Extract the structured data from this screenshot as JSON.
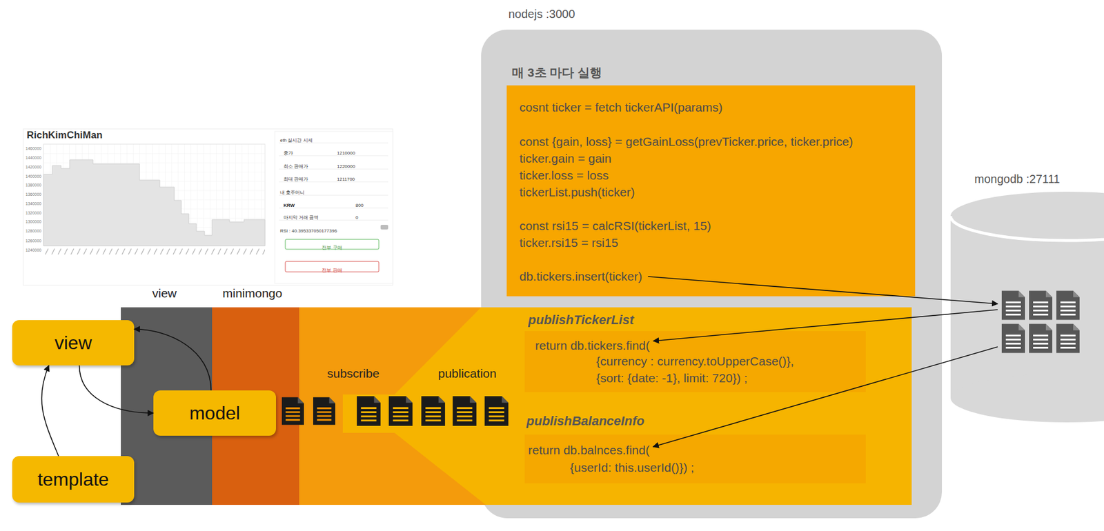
{
  "diagram": {
    "nodes": [
      {
        "text": [
          "nodejs :3000"
        ]
      },
      {
        "text": [
          "매 3초 마다 실행",
          "cosnt ticker = fetch tickerAPI(params)",
          "const {gain, loss} = getGainLoss(prevTicker.price, ticker.price)",
          "ticker.gain = gain",
          "ticker.loss = loss",
          "tickerList.push(ticker)",
          "const rsi15 = calcRSI(tickerList, 15)",
          "ticker.rsi15 = rsi15",
          "db.tickers.insert(ticker)"
        ],
        "in": 0
      },
      {
        "text": [
          "mongodb :27111"
        ]
      },
      {
        "text": [
          "view"
        ]
      },
      {
        "text": [
          "minimongo"
        ]
      },
      {
        "text": [
          "subscribe"
        ]
      },
      {
        "text": [
          "publication"
        ],
        "in": 5
      },
      {
        "text": [
          "publishTickerList",
          "return db.tickers.find(",
          "{currency : currency.toUpperCase()},",
          "{sort: {date: -1}, limit: 720}) ;"
        ],
        "in": 6
      },
      {
        "text": [
          "publishBalanceInfo",
          "return db.balnces.find(",
          "{userId: this.userId()}) ;"
        ],
        "in": 6
      },
      {
        "text": [
          "view"
        ]
      },
      {
        "text": [
          "model"
        ]
      },
      {
        "text": [
          "template"
        ]
      }
    ],
    "edges": [
      {
        "from": 9,
        "to": 10,
        "arrow": "to"
      },
      {
        "from": 10,
        "to": 9,
        "arrow": "to"
      },
      {
        "from": 11,
        "to": 9,
        "arrow": "to"
      },
      {
        "from": 1,
        "to": 2,
        "arrow": "to"
      },
      {
        "from": 2,
        "to": 7,
        "arrow": "to"
      },
      {
        "from": 2,
        "to": 8,
        "arrow": "to"
      }
    ],
    "labels": [
      "RichKimChiMan",
      "1460000",
      "1440000",
      "1420000",
      "1400000",
      "1380000",
      "1360000",
      "1340000",
      "1320000",
      "1300000",
      "1280000",
      "1260000",
      "1240000",
      "eth 실시간 시세",
      "종가",
      "1210000",
      "최소 판매가",
      "1220000",
      "최대 판매가",
      "1211700",
      "내 호주머니",
      "KRW",
      "800",
      "마지막 거래 금액",
      "0",
      "RSI : 40.395337050177396",
      "전부 구매",
      "전부 판매"
    ]
  }
}
